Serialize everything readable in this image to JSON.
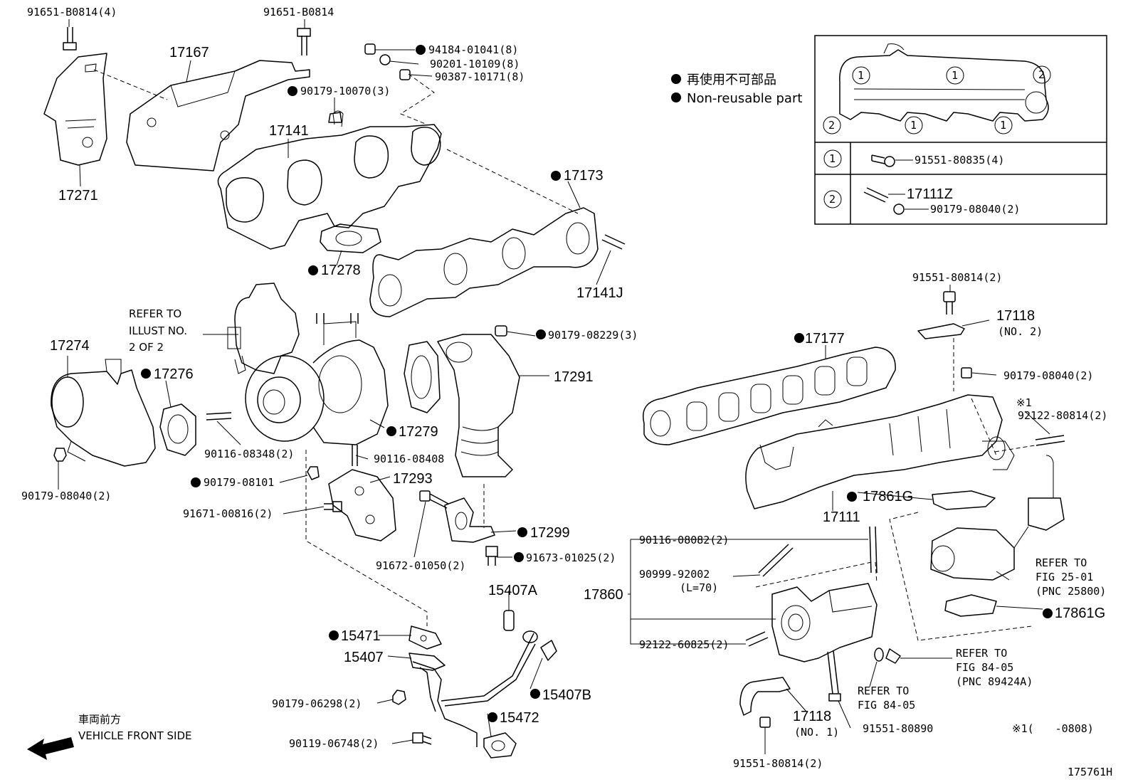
{
  "legend": {
    "jp": "再使用不可部品",
    "en": "Non-reusable part",
    "marker": "●"
  },
  "inset": {
    "callout_1": "1",
    "callout_2": "2",
    "row1_part": "91551-80835(4)",
    "row2_part_a": "17111Z",
    "row2_part_b": "90179-08040(2)"
  },
  "labels": {
    "l_91651_B0814_4": "91651-B0814(4)",
    "l_91651_B0814": "91651-B0814",
    "l_17167": "17167",
    "l_17271": "17271",
    "l_94184": "94184-01041(8)",
    "l_90201": "90201-10109(8)",
    "l_90387": "90387-10171(8)",
    "l_90179_10070": "90179-10070(3)",
    "l_17141": "17141",
    "l_17173": "17173",
    "l_17278": "17278",
    "l_17141J": "17141J",
    "l_refer_illust_1": "REFER TO",
    "l_refer_illust_2": "ILLUST NO.",
    "l_refer_illust_3": "2 OF 2",
    "l_17274": "17274",
    "l_17276": "17276",
    "l_90179_08040_2_left": "90179-08040(2)",
    "l_90116_08348": "90116-08348(2)",
    "l_90179_08101": "90179-08101",
    "l_91671": "91671-00816(2)",
    "l_90116_08408": "90116-08408",
    "l_17293": "17293",
    "l_17279": "17279",
    "l_90179_08229": "90179-08229(3)",
    "l_17291": "17291",
    "l_17299": "17299",
    "l_91672": "91672-01050(2)",
    "l_91673": "91673-01025(2)",
    "l_15407A": "15407A",
    "l_15471": "15471",
    "l_15407": "15407",
    "l_15407B": "15407B",
    "l_90179_06298": "90179-06298(2)",
    "l_15472": "15472",
    "l_90119": "90119-06748(2)",
    "l_vehicle_jp": "車両前方",
    "l_vehicle_en": "VEHICLE FRONT SIDE",
    "l_91551_80814_top": "91551-80814(2)",
    "l_17118_no2": "17118",
    "l_17118_no2_sub": "(NO. 2)",
    "l_17177": "17177",
    "l_90179_08040_right": "90179-08040(2)",
    "l_star1": "※1",
    "l_92122_80814": "92122-80814(2)",
    "l_17861G_a": "17861G",
    "l_17111": "17111",
    "l_90116_08082": "90116-08082(2)",
    "l_90999": "90999-92002",
    "l_90999_sub": "(L=70)",
    "l_17860": "17860",
    "l_92122_60825": "92122-60825(2)",
    "l_refer_25_01_1": "REFER TO",
    "l_refer_25_01_2": "FIG 25-01",
    "l_refer_25_01_3": "(PNC 25800)",
    "l_17861G_b": "17861G",
    "l_refer_84_05a_1": "REFER TO",
    "l_refer_84_05a_2": "FIG 84-05",
    "l_refer_84_05a_3": "(PNC 89424A)",
    "l_refer_84_05b_1": "REFER TO",
    "l_refer_84_05b_2": "FIG 84-05",
    "l_17118_no1": "17118",
    "l_17118_no1_sub": "(NO. 1)",
    "l_91551_80890": "91551-80890",
    "l_91551_80814_bottom": "91551-80814(2)",
    "l_footnote": "※1(　　-0808)",
    "l_ref_code": "175761H"
  }
}
